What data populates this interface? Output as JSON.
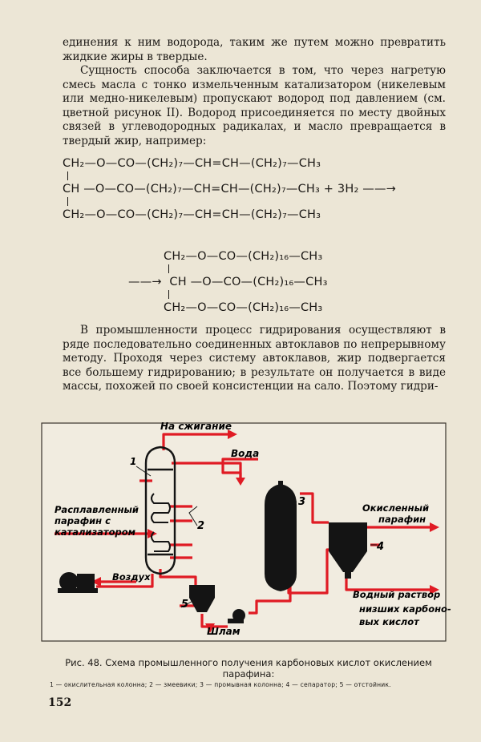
{
  "paragraphs": [
    "единения к ним водорода, таким же путем можно превратить жидкие жиры в твердые.",
    "Сущность способа заключается в том, что через нагретую смесь масла с тонко измельченным катализатором (никелевым или медно-никелевым) пропускают водород под давлением (см. цветной рисунок II). Водород присоединяется по месту двойных связей в углеводородных радикалах, и масло превращается в твердый жир, например:",
    "В промышленности процесс гидрирования осуществляют в ряде последовательно соединенных автоклавов по непрерывному методу. Проходя через систему автоклавов, жир подвергается все большему гидрированию; в результате он получается в виде массы, похожей по своей консистенции на сало. Поэтому гидри-"
  ],
  "formula": {
    "reactant": [
      "CH₂—O—CO—(CH₂)₇—CH=CH—(CH₂)₇—CH₃",
      "CH —O—CO—(CH₂)₇—CH=CH—(CH₂)₇—CH₃ + 3H₂ ——→",
      "CH₂—O—CO—(CH₂)₇—CH=CH—(CH₂)₇—CH₃"
    ],
    "product": [
      "CH₂—O—CO—(CH₂)₁₆—CH₃",
      "——→  CH —O—CO—(CH₂)₁₆—CH₃",
      "CH₂—O—CO—(CH₂)₁₆—CH₃"
    ]
  },
  "diagram": {
    "labels": {
      "burn": "На сжигание",
      "water": "Вода",
      "feed_line1": "Расплавленный",
      "feed_line2": "парафин с",
      "feed_line3": "катализатором",
      "air": "Воздух",
      "sludge": "Шлам",
      "oxidized_line1": "Окисленный",
      "oxidized_line2": "парафин",
      "aqueous_line1": "Водный раствор",
      "aqueous_line2": "низших карбоно-",
      "aqueous_line3": "вых кислот"
    },
    "numbers": {
      "n1": "1",
      "n2": "2",
      "n3": "3",
      "n4": "4",
      "n5": "5"
    },
    "colors": {
      "pipe": "#e01b24",
      "vessel": "#141414"
    }
  },
  "caption": {
    "title": "Рис. 48. Схема промышленного получения карбоновых кислот окислением парафина:",
    "legend": "1 — окислительная колонна; 2 — змеевики; 3 — промывная колонна; 4 — сепаратор; 5 — отстойник."
  },
  "page_number": "152"
}
